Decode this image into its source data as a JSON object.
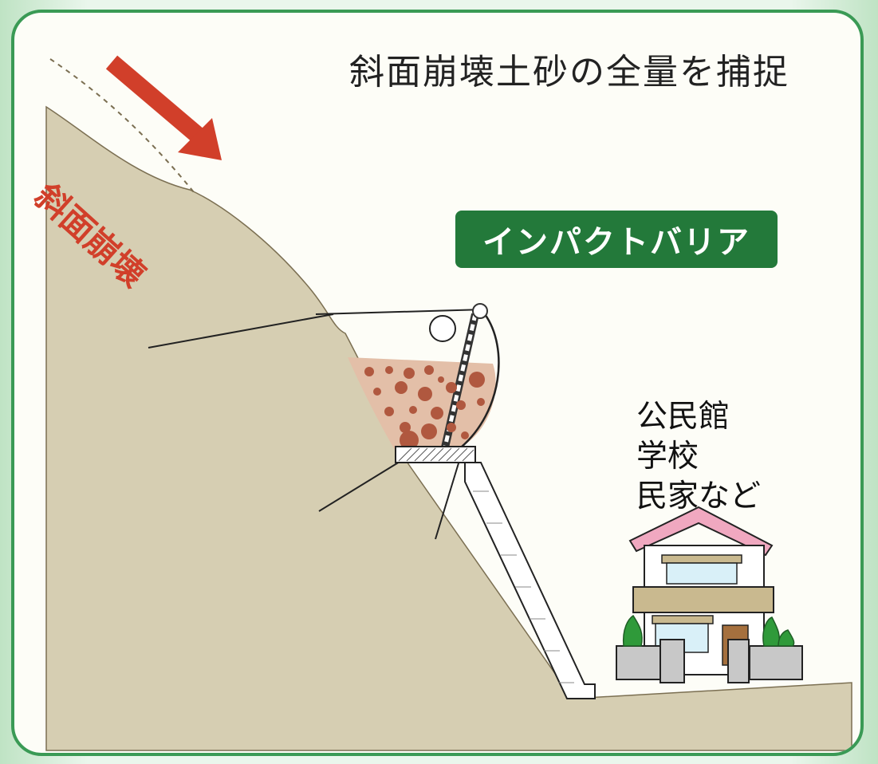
{
  "title": "斜面崩壊土砂の全量を捕捉",
  "badge_label": "インパクトバリア",
  "slope_failure_label": "斜面崩壊",
  "facilities": [
    "公民館",
    "学校",
    "民家など"
  ],
  "colors": {
    "frame": "#3a9a55",
    "badge": "#23793a",
    "arrow": "#d13f2a",
    "ground": "#d6ceb2",
    "debris": "#e3bfa8",
    "rock": "#b0583f",
    "roof": "#f0a8c0",
    "shrub": "#2f9a3a"
  },
  "icons": [
    "arrow-down-right-icon",
    "house-icon",
    "shrub-icon",
    "barrier-net-icon"
  ]
}
